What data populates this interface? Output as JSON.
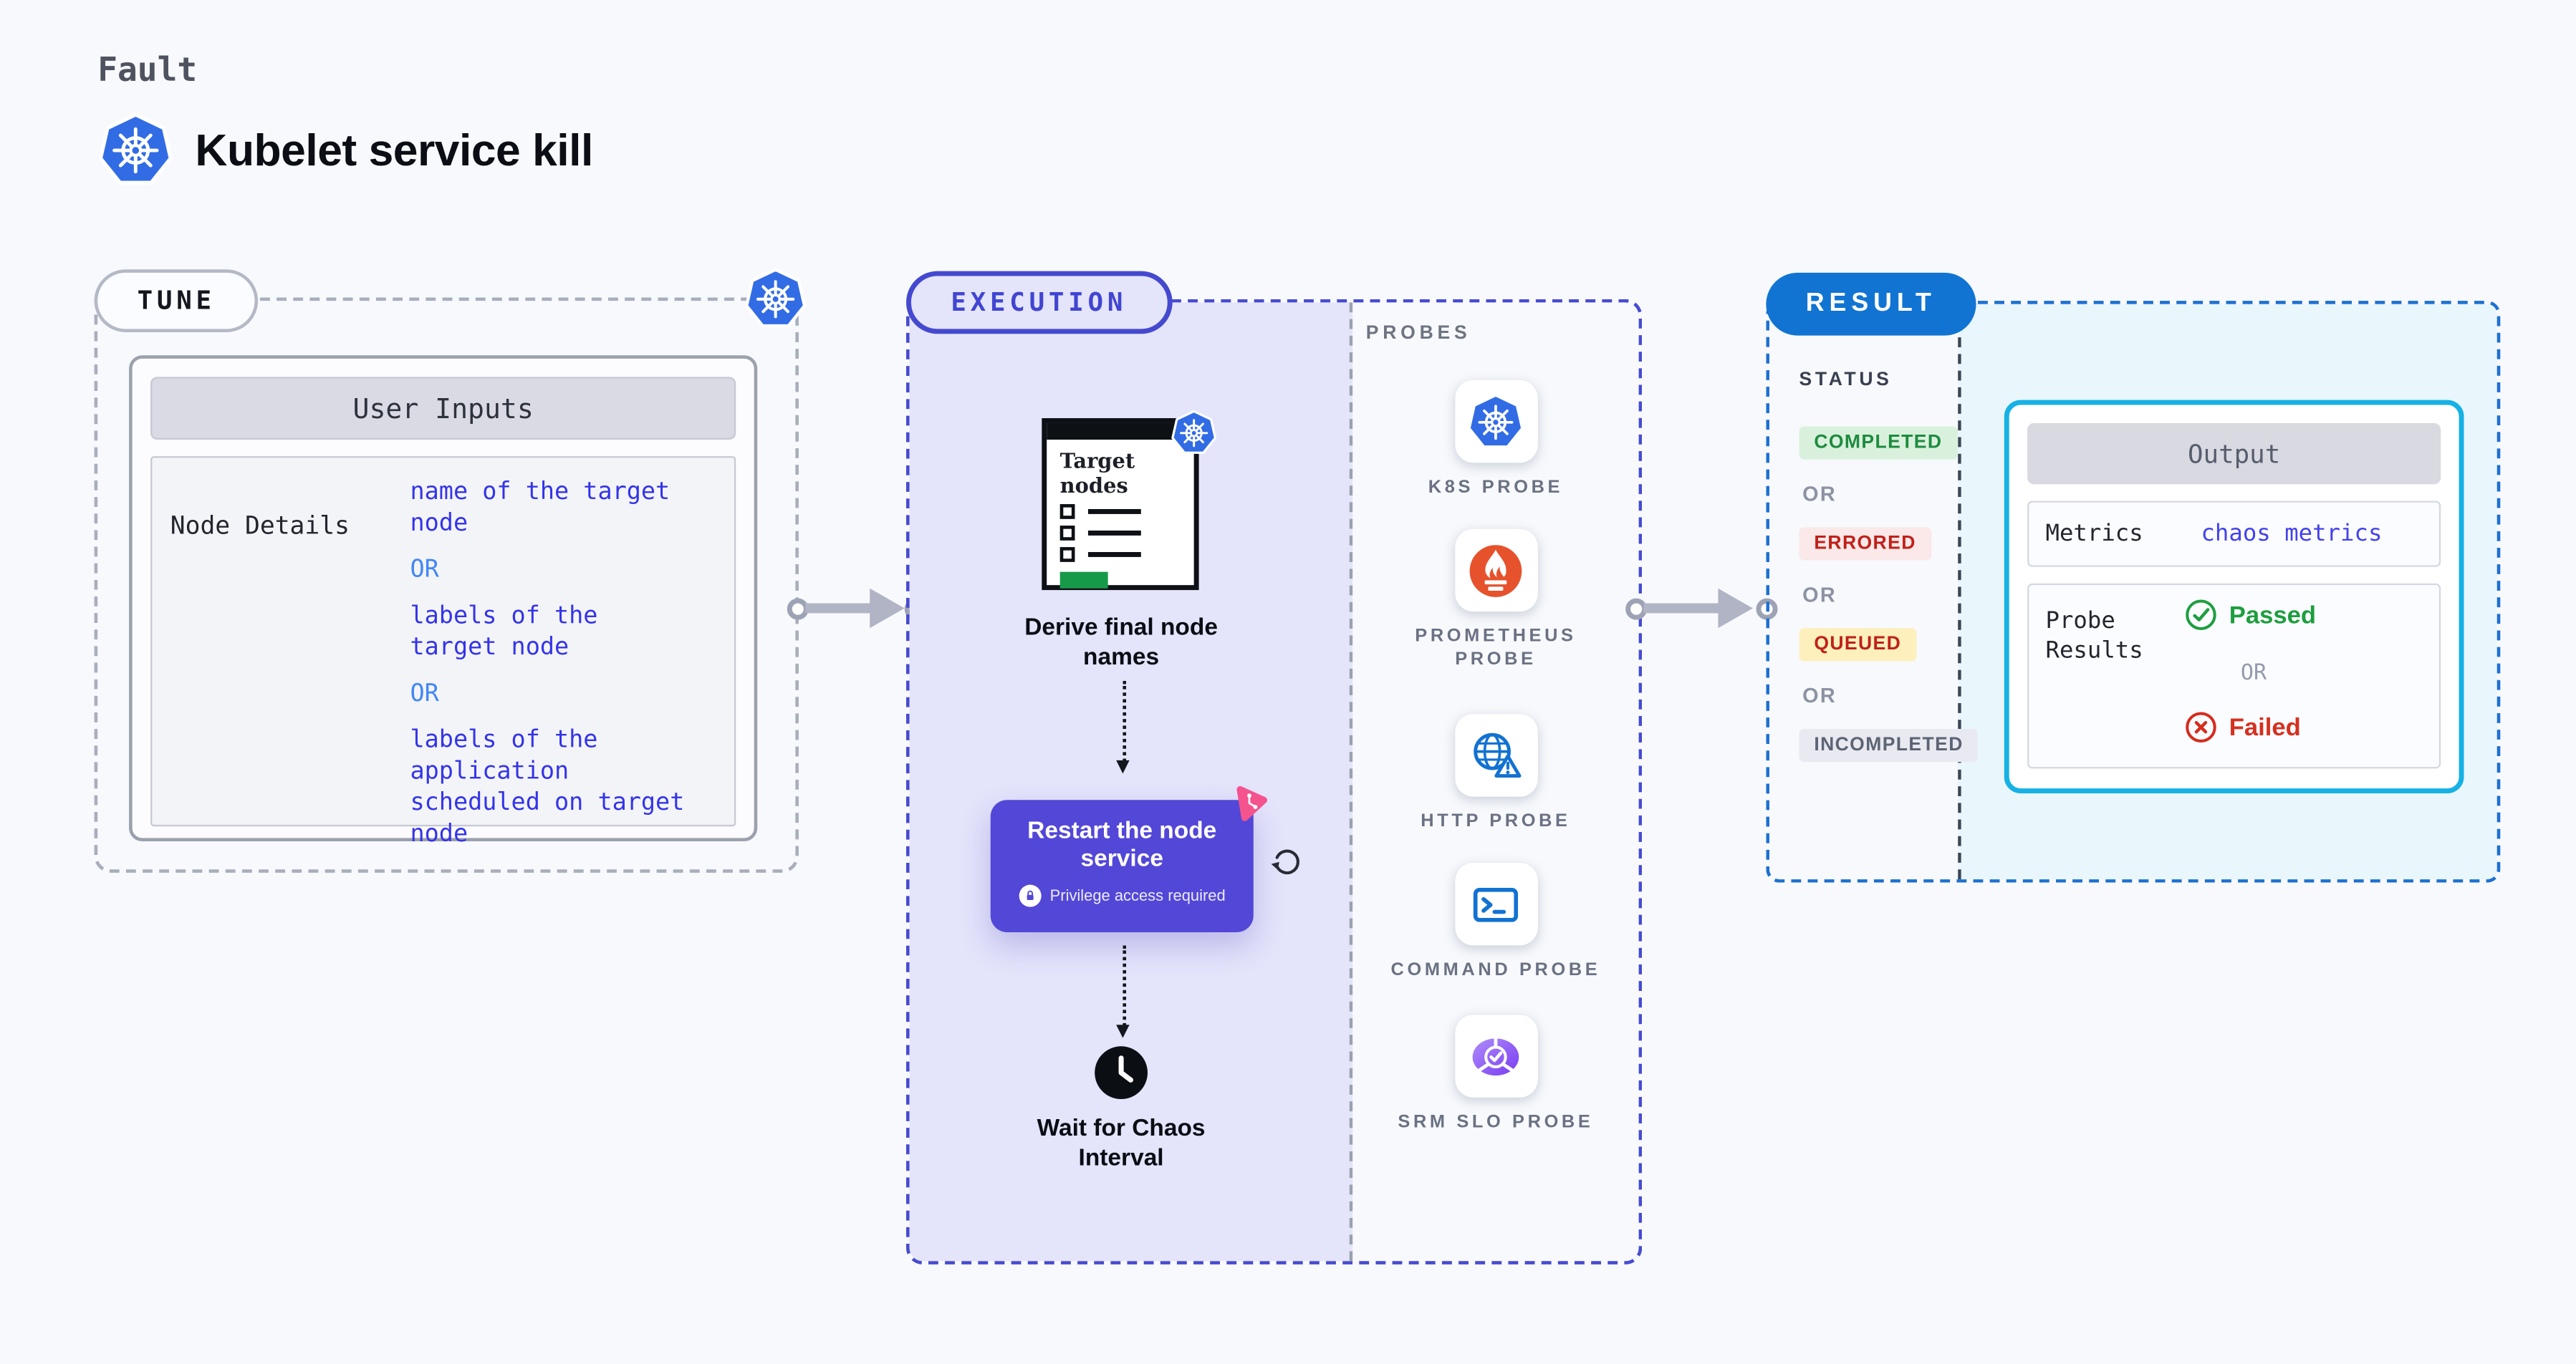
{
  "header": {
    "kicker": "Fault",
    "title": "Kubelet service kill",
    "icon": "kubernetes-icon"
  },
  "tune": {
    "label": "TUNE",
    "corner_icon": "kubernetes-icon",
    "card_title": "User Inputs",
    "row_label": "Node Details",
    "or_label": "OR",
    "option_1": "name of the target\nnode",
    "option_2": "labels of the\ntarget node",
    "option_3": "labels of the application\nscheduled on target node"
  },
  "execution": {
    "label": "EXECUTION",
    "target_window": {
      "title": "Target nodes",
      "icon": "kubernetes-icon",
      "list_rows": 3,
      "button_color": "#17994a"
    },
    "step_derive": "Derive final node\nnames",
    "restart": {
      "title": "Restart the node\nservice",
      "badge": "Privilege access required",
      "lock_icon": "lock-icon",
      "corner_icon": "litmus-chaos-icon",
      "loop_icon": "refresh-icon",
      "bg": "#5347d7"
    },
    "clock_icon": "clock-icon",
    "step_wait": "Wait for Chaos\nInterval"
  },
  "probes": {
    "label": "PROBES",
    "items": [
      {
        "label": "K8S PROBE",
        "icon": "kubernetes-icon"
      },
      {
        "label": "PROMETHEUS PROBE",
        "icon": "prometheus-icon"
      },
      {
        "label": "HTTP PROBE",
        "icon": "globe-alert-icon"
      },
      {
        "label": "COMMAND PROBE",
        "icon": "terminal-icon"
      },
      {
        "label": "SRM SLO PROBE",
        "icon": "slo-check-icon"
      }
    ]
  },
  "result": {
    "label": "RESULT",
    "status_heading": "STATUS",
    "or_label": "OR",
    "statuses": [
      {
        "label": "COMPLETED",
        "variant": "completed",
        "fg": "#1d8b40",
        "bg": "#d9f1dc"
      },
      {
        "label": "ERRORED",
        "variant": "errored",
        "fg": "#c02019",
        "bg": "#fbe8e8"
      },
      {
        "label": "QUEUED",
        "variant": "queued",
        "fg": "#c02019",
        "bg": "#fdf0bc"
      },
      {
        "label": "INCOMPLETED",
        "variant": "incompleted",
        "fg": "#5d6474",
        "bg": "#e9eaf1"
      }
    ],
    "output": {
      "title": "Output",
      "metrics_label": "Metrics",
      "metrics_value": "chaos metrics",
      "probe_results_label": "Probe\nResults",
      "passed_label": "Passed",
      "passed_icon": "check-circle-icon",
      "or_label": "OR",
      "failed_label": "Failed",
      "failed_icon": "x-circle-icon"
    }
  },
  "colors": {
    "page_bg": "#f7f9fc",
    "kubernetes_blue": "#326ce5",
    "execution_indigo": "#4449cf",
    "execution_fill": "#e4e4fb",
    "restart_purple": "#5347d7",
    "litmus_pink": "#f4538d",
    "result_blue": "#1174d3",
    "output_cyan_border": "#16b1e5",
    "output_cyan_fill": "#e9f6fc",
    "passed_green": "#1d9e3f",
    "failed_red": "#d5301f",
    "prometheus_orange": "#e6522c",
    "window_button_green": "#17994a"
  }
}
